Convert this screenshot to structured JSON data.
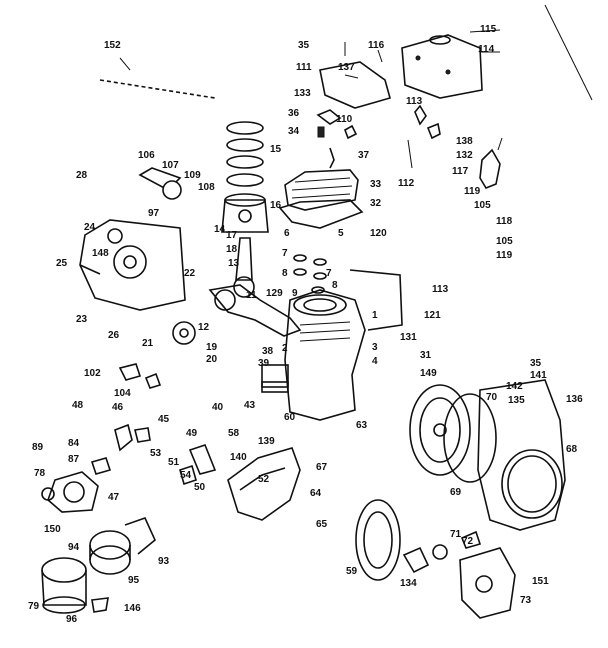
{
  "labels": [
    "152",
    "35",
    "116",
    "111",
    "137",
    "115",
    "114",
    "133",
    "36",
    "34",
    "110",
    "113",
    "138",
    "132",
    "37",
    "117",
    "112",
    "33",
    "119",
    "105",
    "32",
    "106",
    "107",
    "109",
    "108",
    "97",
    "28",
    "15",
    "14",
    "16",
    "6",
    "5",
    "120",
    "118",
    "105",
    "119",
    "17",
    "24",
    "148",
    "25",
    "18",
    "13",
    "7",
    "8",
    "7",
    "8",
    "9",
    "22",
    "11",
    "113",
    "129",
    "121",
    "23",
    "26",
    "12",
    "21",
    "19",
    "20",
    "131",
    "38",
    "39",
    "2",
    "3",
    "4",
    "1",
    "31",
    "149",
    "35",
    "141",
    "142",
    "135",
    "70",
    "102",
    "104",
    "40",
    "43",
    "60",
    "48",
    "46",
    "45",
    "84",
    "58",
    "53",
    "49",
    "51",
    "54",
    "50",
    "140",
    "52",
    "139",
    "63",
    "67",
    "89",
    "87",
    "78",
    "47",
    "64",
    "65",
    "136",
    "68",
    "69",
    "150",
    "59",
    "71",
    "72",
    "94",
    "93",
    "95",
    "134",
    "151",
    "73",
    "79",
    "96",
    "146"
  ]
}
